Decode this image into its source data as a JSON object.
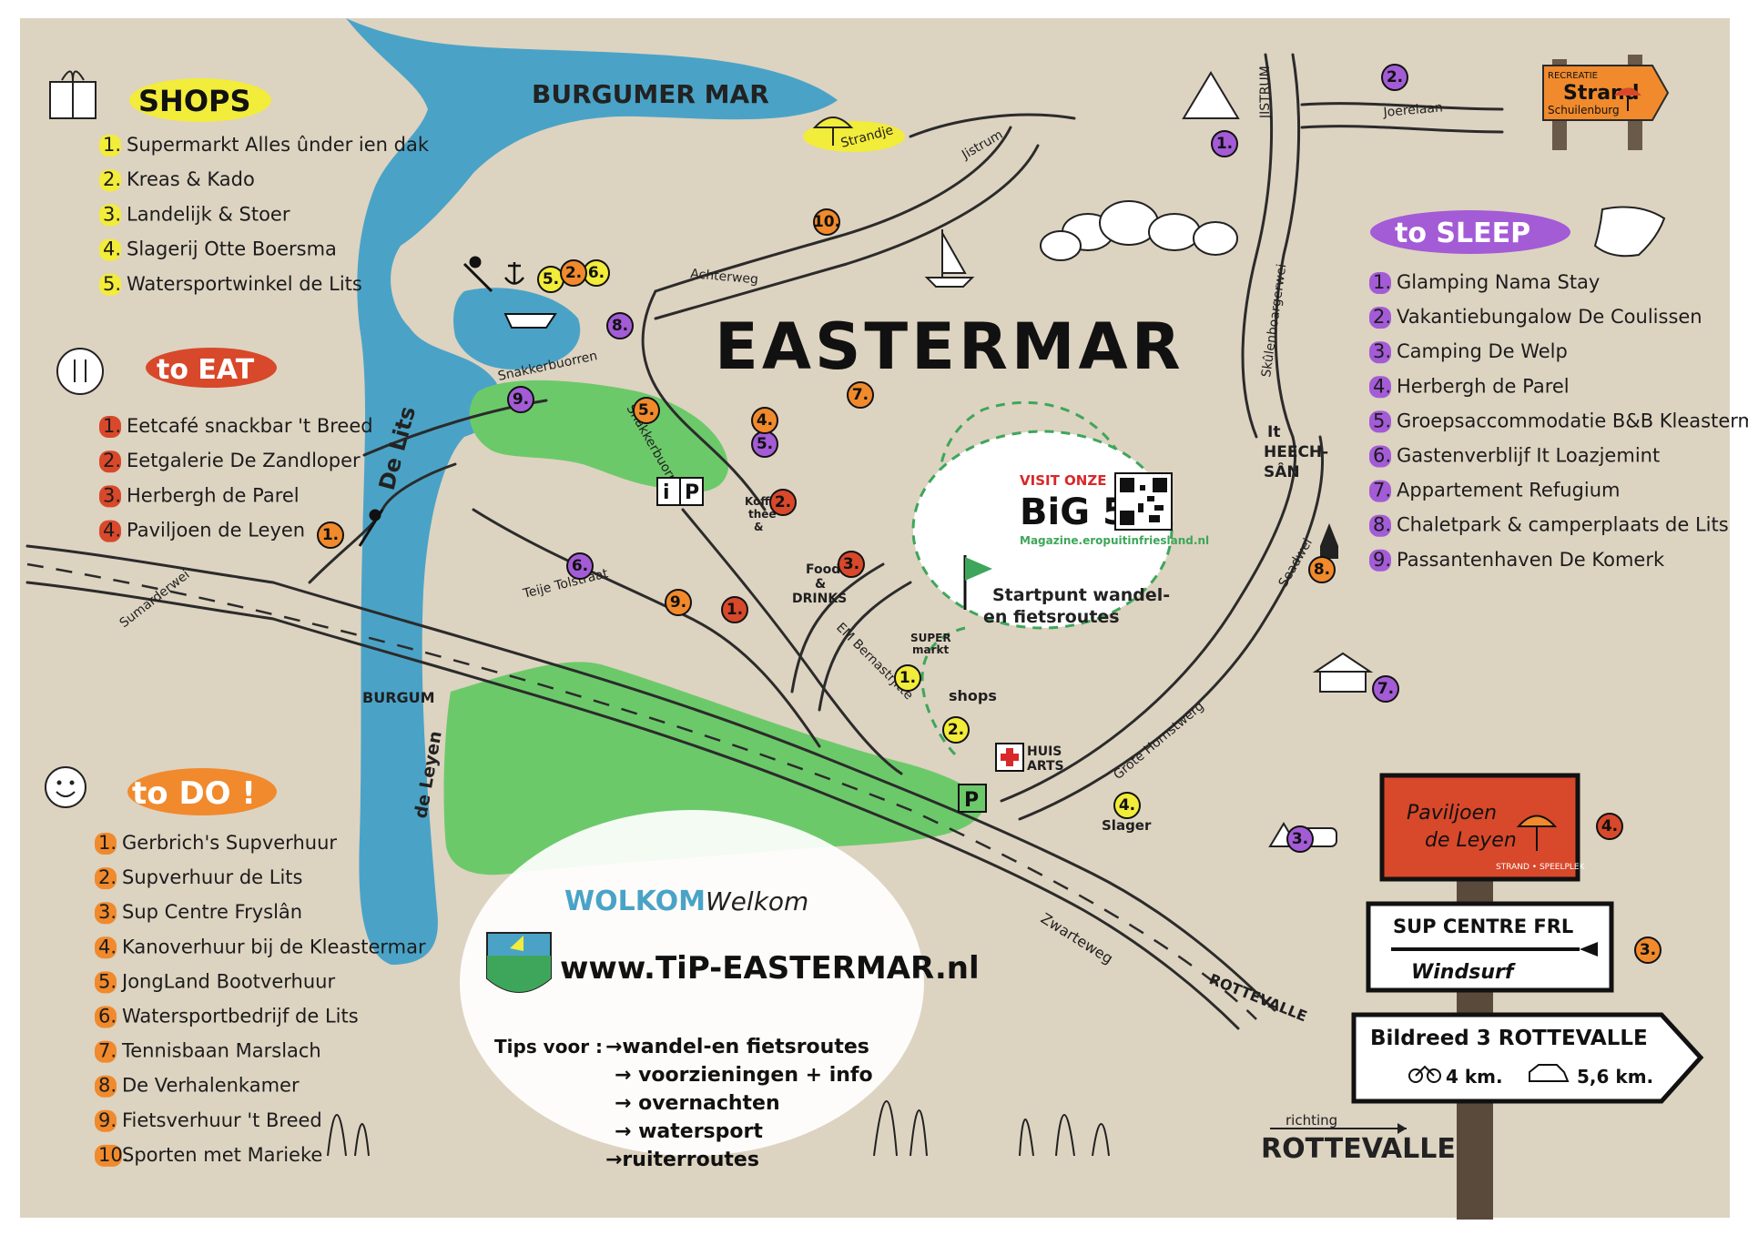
{
  "title": "EASTERMAR",
  "colors": {
    "shops": "#f2ec3a",
    "eat": "#d8482a",
    "sleep": "#a35bd6",
    "do": "#f08a2c",
    "water": "#4aa3c7",
    "green": "#6cc96a",
    "bg": "#ddd3c1"
  },
  "water_labels": {
    "lake": "BURGUMER MAR",
    "river1": "De Lits",
    "river2": "de Leyen",
    "beach": "Strandje"
  },
  "roads": {
    "jistrum": "Jistrum",
    "jistrum2": "JISTRUM",
    "joerelaan": "Joerelaan",
    "achterweg": "Achterweg",
    "snakkerbuorren": "Snakkerbuorren",
    "snakkerbuorren2": "Snakkerbuorren",
    "skulen": "Skûlenboargerwei",
    "sumarder": "Sumarderwei",
    "burgum": "BURGUM",
    "teije": "Teije Tolstraat",
    "bernast": "EM Bernastrjitte",
    "hornst": "Grote Hornstwerg",
    "seedwei": "Seadwei",
    "zwarte": "Zwarteweg",
    "rottevalle": "ROTTEVALLE"
  },
  "places": {
    "heechsan": [
      "It",
      "HEECH-",
      "SÂN"
    ],
    "koffie": [
      "Koffie",
      "thee",
      "&"
    ],
    "food": [
      "Food",
      "&",
      "DRINKS"
    ],
    "supermarkt": [
      "SUPER",
      "markt"
    ],
    "shops": "shops",
    "huisarts": [
      "HUIS",
      "ARTS"
    ],
    "slager": "Slager",
    "ip": [
      "i",
      "P"
    ],
    "parking": "P"
  },
  "big5": {
    "line1": "VISIT ONZE",
    "line2": "BiG 5",
    "url": "Magazine.eropuitinfriesland.nl",
    "start1": "Startpunt wandel-",
    "start2": "en fietsroutes"
  },
  "strand_sign": {
    "top": "RECREATIE",
    "main": "Strand",
    "sub": "Schuilenburg"
  },
  "shops": {
    "heading": "SHOPS",
    "items": [
      {
        "n": "1.",
        "label": "Supermarkt Alles ûnder ien dak"
      },
      {
        "n": "2.",
        "label": "Kreas & Kado"
      },
      {
        "n": "3.",
        "label": "Landelijk & Stoer"
      },
      {
        "n": "4.",
        "label": "Slagerij Otte Boersma"
      },
      {
        "n": "5.",
        "label": "Watersportwinkel de Lits"
      }
    ]
  },
  "eat": {
    "heading": "to EAT",
    "items": [
      {
        "n": "1.",
        "label": "Eetcafé snackbar 't Breed"
      },
      {
        "n": "2.",
        "label": "Eetgalerie De Zandloper"
      },
      {
        "n": "3.",
        "label": "Herbergh de Parel"
      },
      {
        "n": "4.",
        "label": "Paviljoen de Leyen"
      }
    ]
  },
  "sleep": {
    "heading": "to SLEEP",
    "items": [
      {
        "n": "1.",
        "label": "Glamping Nama Stay"
      },
      {
        "n": "2.",
        "label": "Vakantiebungalow De Coulissen"
      },
      {
        "n": "3.",
        "label": "Camping De Welp"
      },
      {
        "n": "4.",
        "label": "Herbergh de Parel"
      },
      {
        "n": "5.",
        "label": "Groepsaccommodatie B&B Kleastermar"
      },
      {
        "n": "6.",
        "label": "Gastenverblijf It Loazjemint"
      },
      {
        "n": "7.",
        "label": "Appartement Refugium"
      },
      {
        "n": "8.",
        "label": "Chaletpark & camperplaats de Lits"
      },
      {
        "n": "9.",
        "label": "Passantenhaven De Komerk"
      }
    ]
  },
  "todo": {
    "heading": "to DO !",
    "items": [
      {
        "n": "1.",
        "label": "Gerbrich's Supverhuur"
      },
      {
        "n": "2.",
        "label": "Supverhuur de Lits"
      },
      {
        "n": "3.",
        "label": "Sup Centre Fryslân"
      },
      {
        "n": "4.",
        "label": "Kanoverhuur bij de Kleastermar"
      },
      {
        "n": "5.",
        "label": "JongLand Bootverhuur"
      },
      {
        "n": "6.",
        "label": "Watersportbedrijf de Lits"
      },
      {
        "n": "7.",
        "label": "Tennisbaan Marslach"
      },
      {
        "n": "8.",
        "label": "De Verhalenkamer"
      },
      {
        "n": "9.",
        "label": "Fietsverhuur 't Breed"
      },
      {
        "n": "10.",
        "label": "Sporten met Marieke"
      }
    ]
  },
  "welcome": {
    "wolkom": "WOLKOM",
    "welkom": "Welkom",
    "url": "www.TiP-EASTERMAR.nl",
    "tips_label": "Tips voor :",
    "tips": [
      "→wandel-en fietsroutes",
      "→ voorzieningen + info",
      "→ overnachten",
      "→ watersport",
      "→ruiterroutes"
    ]
  },
  "signs": {
    "paviljoen1": "Paviljoen",
    "paviljoen2": "de Leyen",
    "paviljoen3": "STRAND • SPEELPLEK",
    "sup1": "SUP CENTRE FRL",
    "sup2": "Windsurf",
    "bild1": "Bildreed 3 ROTTEVALLE",
    "bild_walk": "4 km.",
    "bild_car": "5,6 km."
  },
  "richting": {
    "line1": "richting",
    "line2": "ROTTEVALLE"
  }
}
